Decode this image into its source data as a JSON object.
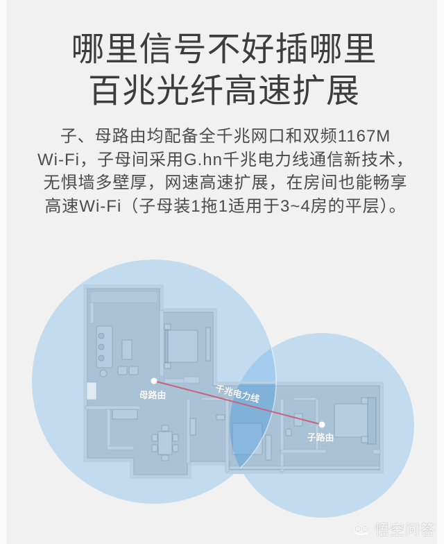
{
  "title": {
    "line1": "哪里信号不好插哪里",
    "line2": "百兆光纤高速扩展"
  },
  "description": {
    "lines": [
      "子、母路由均配备全千兆网口和双频1167M",
      "Wi-Fi，子母间采用G.hn千兆电力线通信新技术，",
      "无惧墙多壁厚，网速高速扩展，在房间也能畅享",
      "高速Wi-Fi（子母装1拖1适用于3~4房的平层）。"
    ]
  },
  "diagram": {
    "main_router_label": "母路由",
    "sub_router_label": "子路由",
    "link_label": "千兆电力线",
    "colors": {
      "coverage": "#5aa9ec",
      "overlap": "#3d97e0",
      "link": "#c9637d",
      "floor": "#a9c2d6",
      "wall": "#b9d0e2"
    }
  },
  "watermark": {
    "icon": "wukong-logo-icon",
    "text": "悟空问答"
  }
}
